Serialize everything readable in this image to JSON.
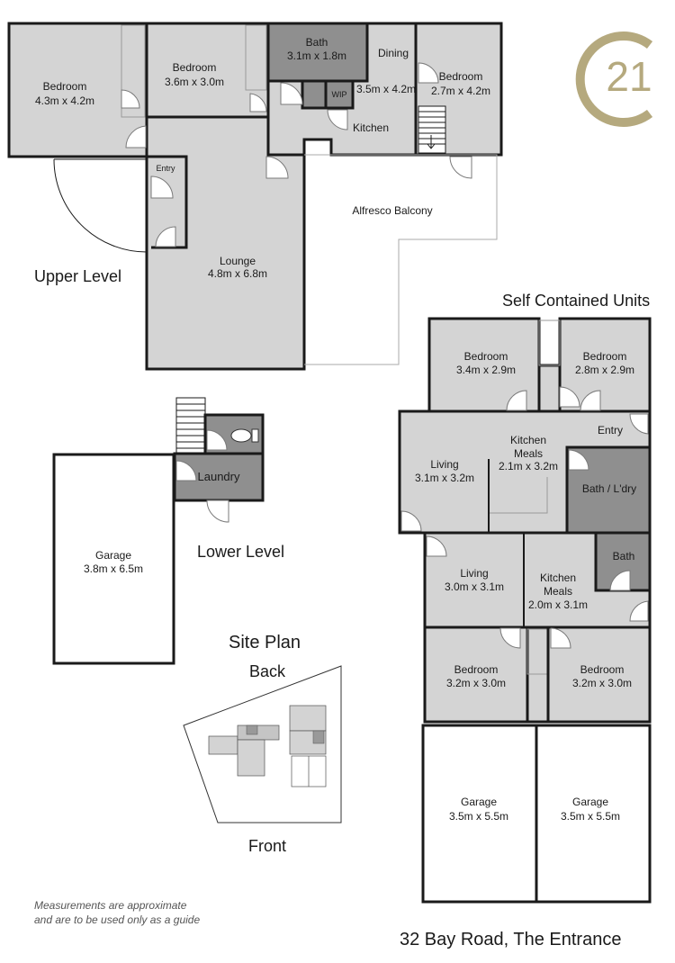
{
  "title": "32 Bay Road, The Entrance",
  "brand": {
    "mark_text": "21",
    "color": "#b5a97e"
  },
  "sections": {
    "upper_level": "Upper Level",
    "lower_level": "Lower Level",
    "self_contained": "Self Contained Units",
    "site_plan": "Site Plan",
    "site_back": "Back",
    "site_front": "Front"
  },
  "note": [
    "Measurements are approximate",
    "and are to be used only as a guide"
  ],
  "upper": {
    "bed1": {
      "name": "Bedroom",
      "size": "4.3m x 4.2m"
    },
    "bed2": {
      "name": "Bedroom",
      "size": "3.6m x 3.0m"
    },
    "bath": {
      "name": "Bath",
      "size": "3.1m x 1.8m"
    },
    "dining": {
      "name": "Dining",
      "size": "3.5m x 4.2m"
    },
    "wip": "WIP",
    "kitchen": "Kitchen",
    "bed3": {
      "name": "Bedroom",
      "size": "2.7m x 4.2m"
    },
    "entry": "Entry",
    "lounge": {
      "name": "Lounge",
      "size": "4.8m x 6.8m"
    },
    "balcony": "Alfresco Balcony"
  },
  "lower": {
    "laundry": "Laundry",
    "garage": {
      "name": "Garage",
      "size": "3.8m x 6.5m"
    }
  },
  "units": {
    "u1_bed1": {
      "name": "Bedroom",
      "size": "3.4m x 2.9m"
    },
    "u1_bed2": {
      "name": "Bedroom",
      "size": "2.8m x 2.9m"
    },
    "u1_entry": "Entry",
    "u1_living": {
      "name": "Living",
      "size": "3.1m x 3.2m"
    },
    "u1_kitchen": {
      "line1": "Kitchen",
      "line2": "Meals",
      "size": "2.1m x 3.2m"
    },
    "u1_bath": "Bath / L'dry",
    "u2_living": {
      "name": "Living",
      "size": "3.0m x 3.1m"
    },
    "u2_kitchen": {
      "line1": "Kitchen",
      "line2": "Meals",
      "size": "2.0m x 3.1m"
    },
    "u2_bath": "Bath",
    "u2_bed1": {
      "name": "Bedroom",
      "size": "3.2m x 3.0m"
    },
    "u2_bed2": {
      "name": "Bedroom",
      "size": "3.2m x 3.0m"
    },
    "garage1": {
      "name": "Garage",
      "size": "3.5m x 5.5m"
    },
    "garage2": {
      "name": "Garage",
      "size": "3.5m x 5.5m"
    }
  }
}
